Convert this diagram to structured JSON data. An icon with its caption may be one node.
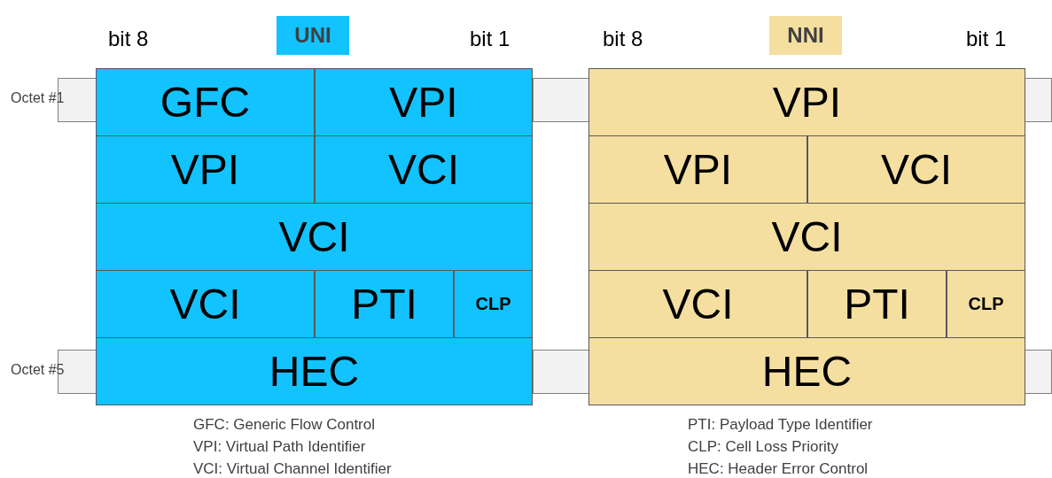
{
  "diagram": {
    "nodes": [
      {
        "text": [
          "UNI"
        ]
      },
      {
        "text": [
          "GFC"
        ]
      },
      {
        "text": [
          "VPI"
        ]
      },
      {
        "text": [
          "VPI"
        ]
      },
      {
        "text": [
          "VCI"
        ]
      },
      {
        "text": [
          "VCI"
        ]
      },
      {
        "text": [
          "VCI"
        ]
      },
      {
        "text": [
          "PTI"
        ]
      },
      {
        "text": [
          "CLP"
        ]
      },
      {
        "text": [
          "HEC"
        ]
      },
      {
        "text": [
          "NNI"
        ]
      },
      {
        "text": [
          "VPI"
        ]
      },
      {
        "text": [
          "VPI"
        ]
      },
      {
        "text": [
          "VCI"
        ]
      },
      {
        "text": [
          "VCI"
        ]
      },
      {
        "text": [
          "VCI"
        ]
      },
      {
        "text": [
          "PTI"
        ]
      },
      {
        "text": [
          "CLP"
        ]
      },
      {
        "text": [
          "HEC"
        ]
      }
    ],
    "edges": [],
    "labels": [
      "bit 8",
      "bit 1",
      "bit 8",
      "bit 1",
      "Octet #1",
      "Octet #5",
      "GFC: Generic Flow Control",
      "VPI: Virtual Path Identifier",
      "VCI: Virtual Channel Identifier",
      "PTI: Payload Type Identifier",
      "CLP: Cell Loss Priority",
      "HEC: Header Error Control"
    ]
  }
}
